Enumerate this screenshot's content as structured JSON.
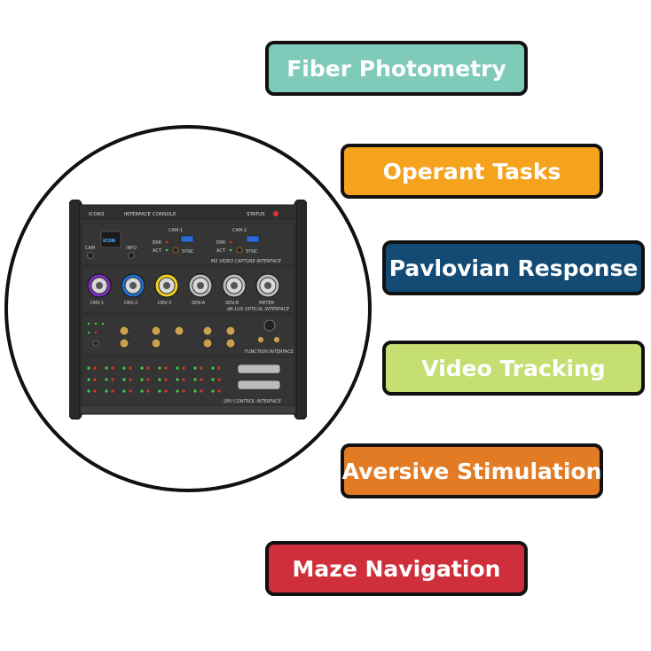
{
  "device": {
    "brand": "ICON3",
    "console": "INTERFACE CONSOLE",
    "status": "STATUS",
    "cam_left": "CAM",
    "info": "INFO",
    "logo": "ICON",
    "cam1": "CAM-1",
    "cam2": "CAM-2",
    "err": "ERR",
    "act": "ACT",
    "sync": "SYNC",
    "video_interface": "M2 VIDEO CAPTURE INTERFACE",
    "ports": [
      "DRV-1",
      "DRV-2",
      "DRV-3",
      "SEN-A",
      "SEN-B",
      "METER"
    ],
    "port_colors": [
      "#7b2fbe",
      "#1f6fd0",
      "#f0d020",
      "#bbbbbb",
      "#bbbbbb",
      "#bbbbbb"
    ],
    "optical_interface": "dR-LUX OPTICAL INTERFACE",
    "function_interface": "FUNCTION INTERFACE",
    "control_interface": "28V CONTROL INTERFACE"
  },
  "labels": [
    {
      "text": "Fiber Photometry",
      "color": "#7fcab8"
    },
    {
      "text": "Operant Tasks",
      "color": "#f5a21d"
    },
    {
      "text": "Pavlovian Response",
      "color": "#134b74"
    },
    {
      "text": "Video Tracking",
      "color": "#c5de72"
    },
    {
      "text": "Aversive Stimulation",
      "color": "#e37a24"
    },
    {
      "text": "Maze Navigation",
      "color": "#cf2f3a"
    }
  ]
}
